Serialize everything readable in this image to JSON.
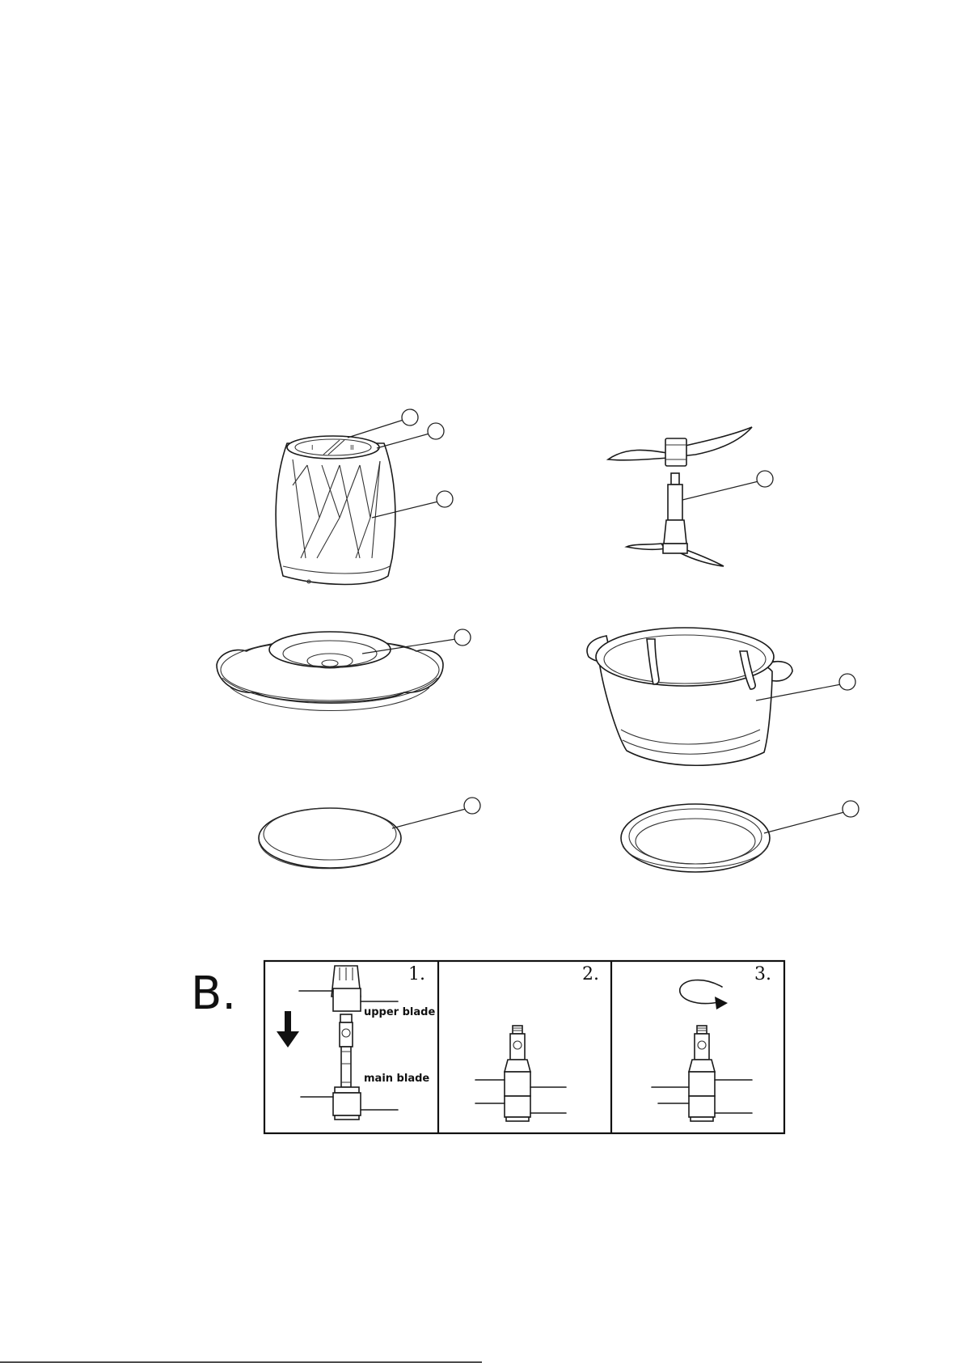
{
  "assembly": {
    "section_letter": "B.",
    "steps": [
      {
        "number": "1."
      },
      {
        "number": "2."
      },
      {
        "number": "3."
      }
    ],
    "labels": {
      "upper_blade": "upper blade",
      "main_blade": "main blade"
    }
  }
}
